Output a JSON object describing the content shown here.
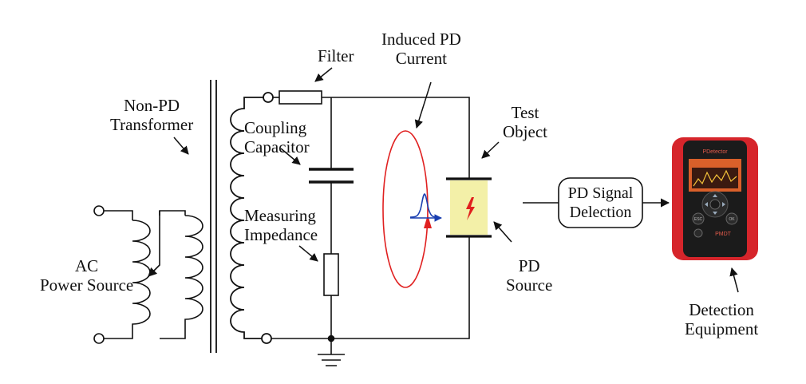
{
  "labels": {
    "filter": "Filter",
    "induced_pd_current": [
      "Induced PD",
      "Current"
    ],
    "non_pd_transformer": [
      "Non-PD",
      "Transformer"
    ],
    "coupling_capacitor": [
      "Coupling",
      "Capacitor"
    ],
    "test_object": [
      "Test",
      "Object"
    ],
    "measuring_impedance": [
      "Measuring",
      "Impedance"
    ],
    "pd_signal_detection": [
      "PD Signal",
      "Delection"
    ],
    "ac_power_source": [
      "AC",
      "Power Source"
    ],
    "pd_source": [
      "PD",
      "Source"
    ],
    "detection_equipment": [
      "Detection",
      "Equipment"
    ]
  },
  "device": {
    "brand_text": "PDetector",
    "logo_text": "PMDT",
    "button_labels": [
      "ESC",
      "OK"
    ]
  },
  "colors": {
    "line": "#111111",
    "loop": "#e02020",
    "pulse": "#1a3fb0",
    "test_object_fill": "#f3f0a8",
    "lightning": "#e0201e",
    "device_body": "#d6252b",
    "device_face": "#1b1b1b",
    "screen": "#d9602a"
  }
}
